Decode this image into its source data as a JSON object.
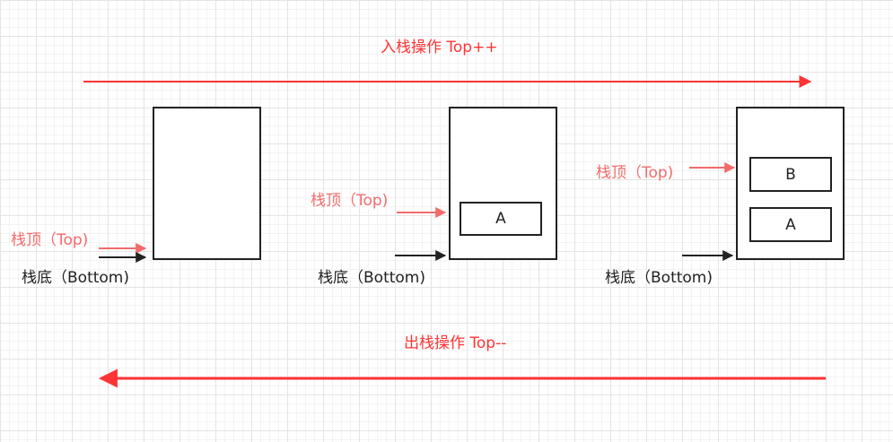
{
  "push_label": "入栈操作 Top++",
  "pop_label": "出栈操作 Top--",
  "stacks": [
    {
      "top_label": "栈顶（Top)",
      "bottom_label": "栈底（Bottom)",
      "cells": []
    },
    {
      "top_label": "栈顶（Top)",
      "bottom_label": "栈底（Bottom)",
      "cells": [
        "A"
      ]
    },
    {
      "top_label": "栈顶（Top)",
      "bottom_label": "栈底（Bottom)",
      "cells": [
        "B",
        "A"
      ]
    }
  ],
  "colors": {
    "operation": "#ff3333",
    "top": "#f26b6b",
    "bottom": "#222222"
  }
}
